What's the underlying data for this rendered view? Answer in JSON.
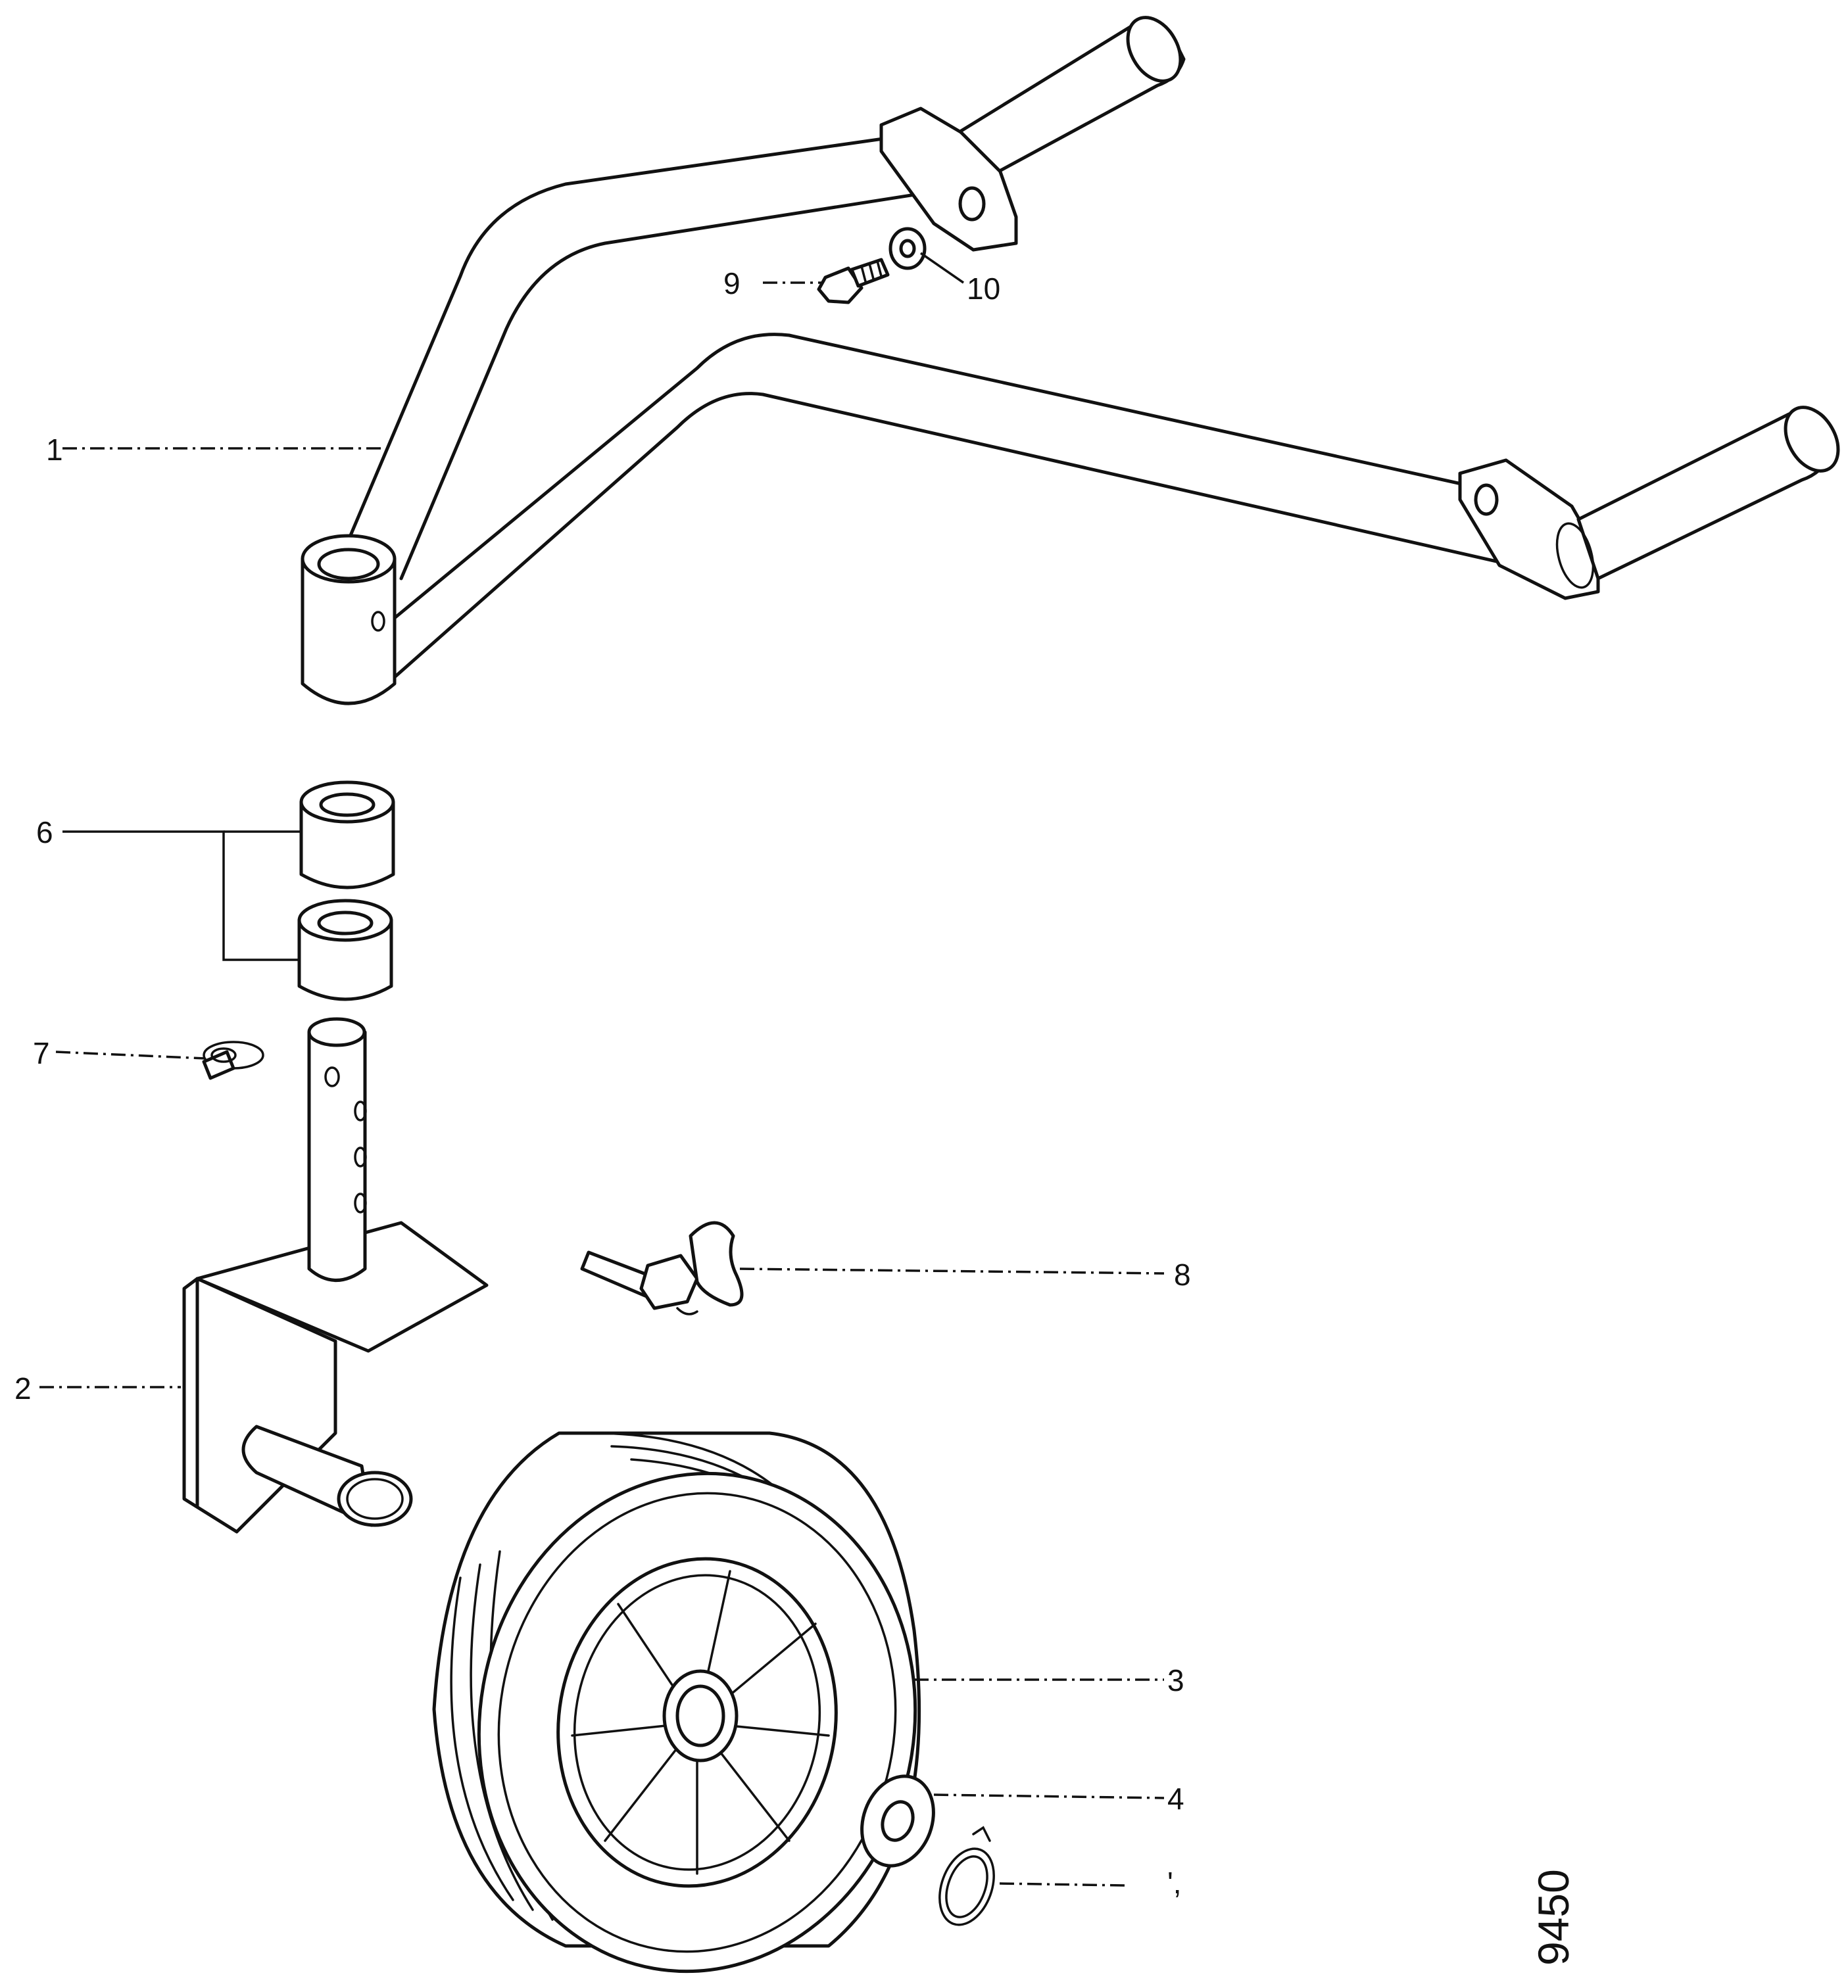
{
  "callouts": {
    "c1": "1",
    "c2": "2",
    "c3": "3",
    "c4": "4",
    "c5": "',",
    "c6": "6",
    "c7": "7",
    "c8": "8",
    "c9": "9",
    "c10": "10"
  },
  "drawing_number": "9450",
  "colors": {
    "line": "#111111",
    "background": "#ffffff"
  }
}
